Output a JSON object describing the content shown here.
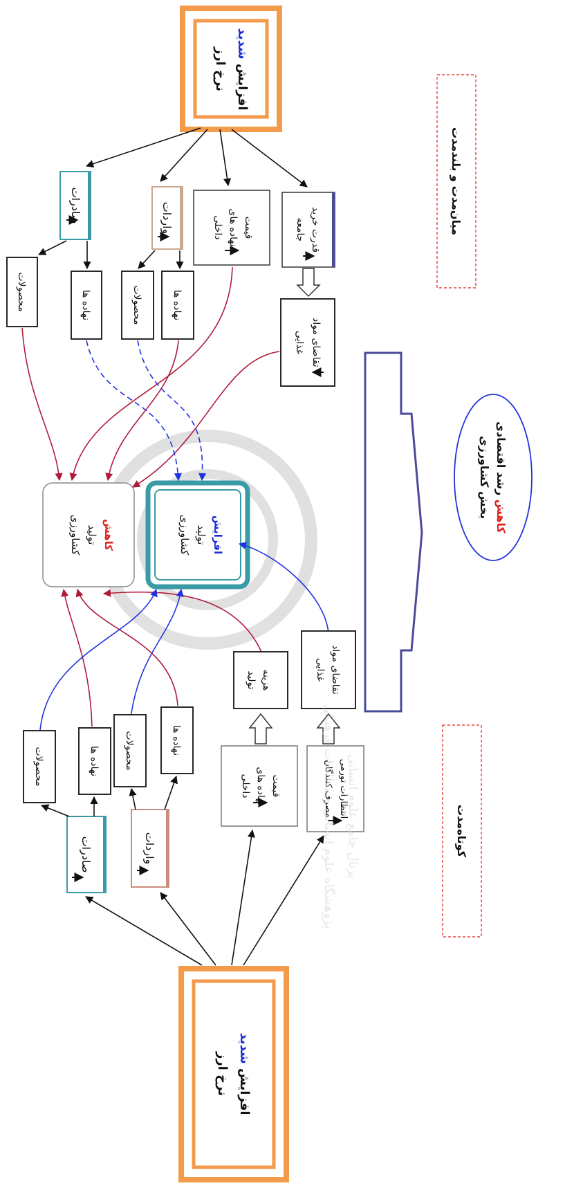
{
  "colors": {
    "orange": "#f39a4b",
    "teal": "#3a9aa5",
    "red_arrow": "#b01b3a",
    "blue_arrow": "#2233dd",
    "dash_red": "#d8284a",
    "navy": "#4a4a9a"
  },
  "top": {
    "source": {
      "line1": "افزایش",
      "emph": "شدید",
      "line2": "نرخ ارز"
    },
    "exports": {
      "label": "صادرات"
    },
    "imports": {
      "label": "واردات"
    },
    "input_price": {
      "line1": "قیمت",
      "line2": "نهاده های",
      "line3": "داخلی"
    },
    "purchasing_power": {
      "line1": "قدرت خرید",
      "line2": "جامعه"
    },
    "products_a": {
      "label": "محصولات"
    },
    "inputs_a": {
      "label": "نهاده ها"
    },
    "products_b": {
      "label": "محصولات"
    },
    "inputs_b": {
      "label": "نهاده ها"
    },
    "food_demand": {
      "line1": "تقاضای مواد",
      "line2": "غذایی"
    },
    "decrease_prod": {
      "emph": "کاهش",
      "line1": "تولید",
      "line2": "کشاورزی"
    },
    "increase_prod": {
      "emph": "افزایش",
      "line1": "تولید",
      "line2": "کشاورزی"
    },
    "period_label": "میان‌مدت و بلندمدت"
  },
  "bottom": {
    "source": {
      "line1": "افزایش",
      "emph": "شدید",
      "line2": "نرخ ارز"
    },
    "exports": {
      "label": "صادرات"
    },
    "imports": {
      "label": "واردات"
    },
    "input_price": {
      "line1": "قیمت",
      "line2": "نهاده های",
      "line3": "داخلی"
    },
    "inflation_expect": {
      "line1": "انتظارات تورمی",
      "line2": "مصرف کنندگان"
    },
    "products_a": {
      "label": "محصولات"
    },
    "inputs_a": {
      "label": "نهاده ها"
    },
    "products_b": {
      "label": "محصولات"
    },
    "inputs_b": {
      "label": "نهاده ها"
    },
    "prod_cost": {
      "line1": "هزینه",
      "line2": "تولید"
    },
    "food_demand": {
      "line1": "تقاضای مواد",
      "line2": "غذایی"
    },
    "period_label": "کوتاه‌مدت"
  },
  "conclusion": {
    "emph": "کاهش",
    "line1": "رشد اقتصادی",
    "line2": "بخش کشاورزی"
  },
  "watermark": {
    "line1": "پژوهشگاه علوم انسانی و مطالعات فرهنگی",
    "line2": "پرتال جامع علوم انسانی"
  }
}
